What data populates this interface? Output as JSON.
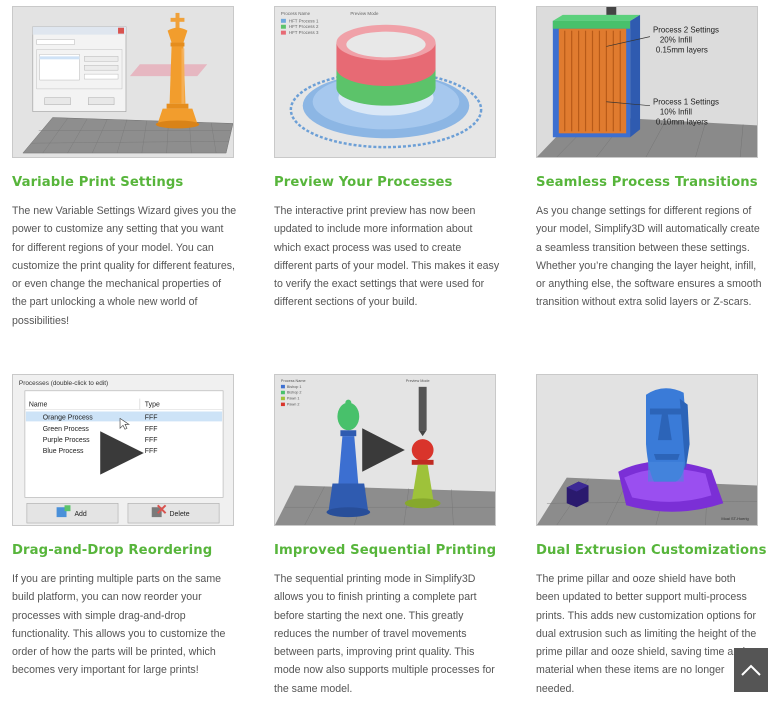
{
  "features": [
    {
      "title": "Variable Print Settings",
      "body": "The new Variable Settings Wizard gives you the power to customize any setting that you want for different regions of your model. You can customize the print quality for different features, or even change the mechanical properties of the part unlocking a whole new world of possibilities!"
    },
    {
      "title": "Preview Your Processes",
      "body": "The interactive print preview has now been updated to include more information about which exact process was used to create different parts of your model. This makes it easy to verify the exact settings that were used for different sections of your build.",
      "image": {
        "legend_header_left": "Process Name",
        "legend_header_right": "Preview Mode",
        "legend": [
          "HFT Process 1",
          "HFT Process 2",
          "HFT Process 3"
        ]
      }
    },
    {
      "title": "Seamless Process Transitions",
      "body": "As you change settings for different regions of your model, Simplify3D will automatically create a seamless transition between these settings. Whether you’re changing the layer height, infill, or anything else, the software ensures a smooth transition without extra solid layers or Z-scars.",
      "image": {
        "process2": [
          "Process 2 Settings",
          "20% Infill",
          "0.15mm layers"
        ],
        "process1": [
          "Process 1 Settings",
          "10% Infill",
          "0.10mm layers"
        ]
      }
    },
    {
      "title": "Drag-and-Drop Reordering",
      "body": "If you are printing multiple parts on the same build platform, you can now reorder your processes with simple drag-and-drop functionality. This allows you to customize the order of how the parts will be printed, which becomes very important for large prints!",
      "image": {
        "dialog_title": "Processes (double-click to edit)",
        "col_name": "Name",
        "col_type": "Type",
        "rows": [
          {
            "name": "Orange Process",
            "type": "FFF"
          },
          {
            "name": "Green Process",
            "type": "FFF"
          },
          {
            "name": "Purple Process",
            "type": "FFF"
          },
          {
            "name": "Blue Process",
            "type": "FFF"
          }
        ],
        "add_label": "Add",
        "delete_label": "Delete"
      }
    },
    {
      "title": "Improved Sequential Printing",
      "body": "The sequential printing mode in Simplify3D allows you to finish printing a complete part before starting the next one. This greatly reduces the number of travel movements between parts, improving print quality. This mode now also supports multiple processes for the same model.",
      "image": {
        "legend_header_left": "Process Name",
        "legend_header_right": "Preview Mode",
        "legend": [
          "Bishop 1",
          "Bishop 2",
          "Pawn 1",
          "Pawn 2"
        ]
      }
    },
    {
      "title": "Dual Extrusion Customizations",
      "body": "The prime pillar and ooze shield have both been updated to better support multi-process prints. This adds new customization options for dual extrusion such as limiting the height of the prime pillar and ooze shield, saving time and material when these items are no longer needed.",
      "image": {
        "caption": "Moai ST-Hoerig"
      }
    }
  ],
  "colors": {
    "heading_green": "#57b53b",
    "body_text": "#555555",
    "scroll_button": "#555555"
  },
  "icons": {
    "scroll_top": "chevron-up-icon",
    "video_play": "play-icon"
  }
}
